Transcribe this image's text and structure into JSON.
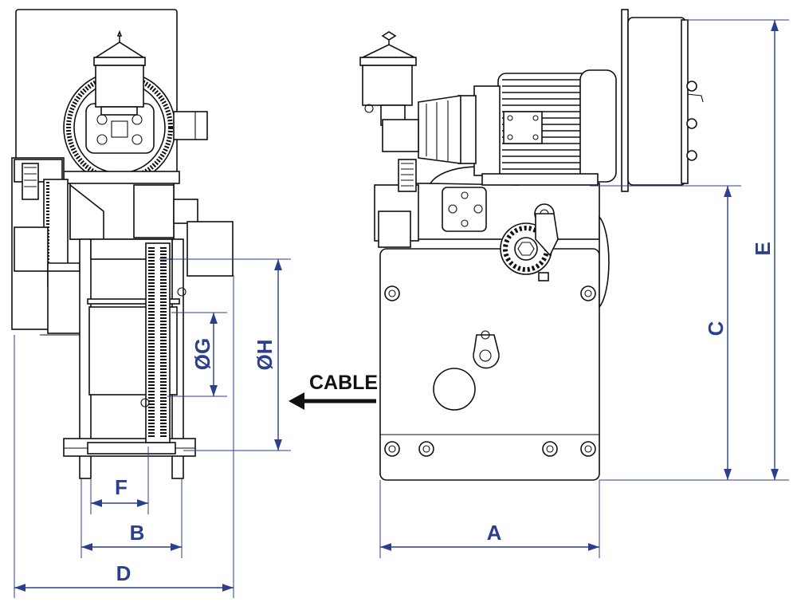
{
  "colors": {
    "dimension": "#2b3f8c",
    "outline": "#111111",
    "background": "#ffffff"
  },
  "labels": {
    "A": "A",
    "B": "B",
    "C": "C",
    "D": "D",
    "E": "E",
    "F": "F",
    "G": "ØG",
    "H": "ØH",
    "cable": "CABLE"
  }
}
